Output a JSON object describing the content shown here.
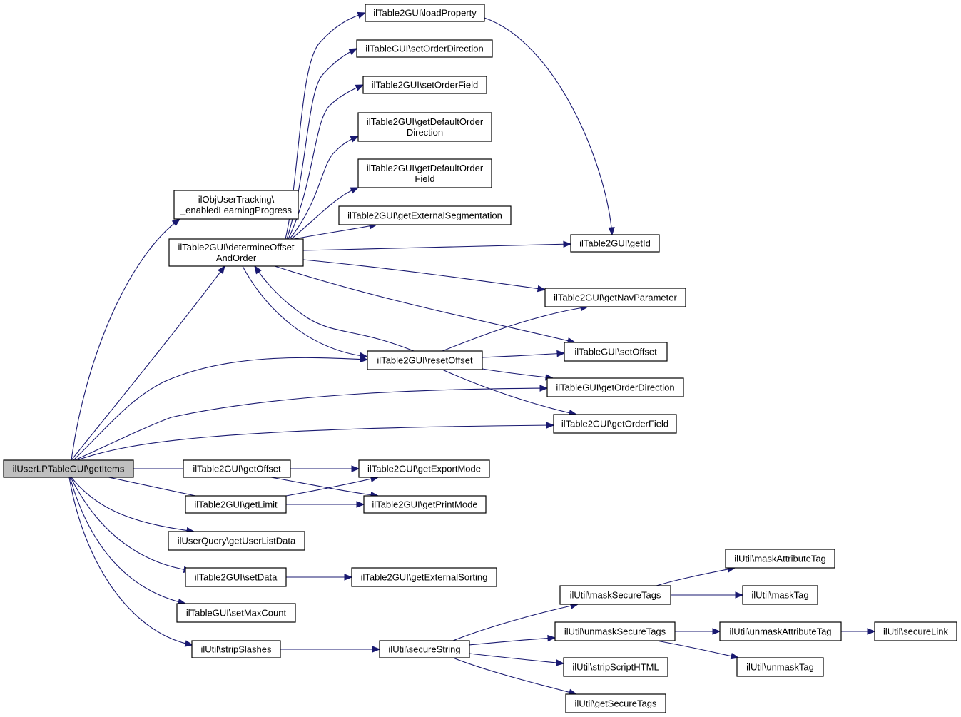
{
  "graph": {
    "root": "ilUserLPTableGUI\\getItems",
    "nodes": {
      "getItems": [
        "ilUserLPTableGUI\\getItems"
      ],
      "enabledLP": [
        "ilObjUserTracking\\",
        "_enabledLearningProgress"
      ],
      "determineOffset": [
        "ilTable2GUI\\determineOffset",
        "AndOrder"
      ],
      "loadProperty": [
        "ilTable2GUI\\loadProperty"
      ],
      "setOrderDirection": [
        "ilTableGUI\\setOrderDirection"
      ],
      "setOrderField": [
        "ilTable2GUI\\setOrderField"
      ],
      "getDefaultOrderDirection": [
        "ilTable2GUI\\getDefaultOrder",
        "Direction"
      ],
      "getDefaultOrderField": [
        "ilTable2GUI\\getDefaultOrder",
        "Field"
      ],
      "getExternalSegmentation": [
        "ilTable2GUI\\getExternalSegmentation"
      ],
      "getId": [
        "ilTable2GUI\\getId"
      ],
      "getNavParameter": [
        "ilTable2GUI\\getNavParameter"
      ],
      "setOffset": [
        "ilTableGUI\\setOffset"
      ],
      "resetOffset": [
        "ilTable2GUI\\resetOffset"
      ],
      "getOrderDirection": [
        "ilTableGUI\\getOrderDirection"
      ],
      "getOrderField": [
        "ilTable2GUI\\getOrderField"
      ],
      "getOffset": [
        "ilTable2GUI\\getOffset"
      ],
      "getExportMode": [
        "ilTable2GUI\\getExportMode"
      ],
      "getLimit": [
        "ilTable2GUI\\getLimit"
      ],
      "getPrintMode": [
        "ilTable2GUI\\getPrintMode"
      ],
      "getUserListData": [
        "ilUserQuery\\getUserListData"
      ],
      "setData": [
        "ilTable2GUI\\setData"
      ],
      "getExternalSorting": [
        "ilTable2GUI\\getExternalSorting"
      ],
      "setMaxCount": [
        "ilTableGUI\\setMaxCount"
      ],
      "stripSlashes": [
        "ilUtil\\stripSlashes"
      ],
      "secureString": [
        "ilUtil\\secureString"
      ],
      "maskSecureTags": [
        "ilUtil\\maskSecureTags"
      ],
      "maskAttributeTag": [
        "ilUtil\\maskAttributeTag"
      ],
      "maskTag": [
        "ilUtil\\maskTag"
      ],
      "unmaskSecureTags": [
        "ilUtil\\unmaskSecureTags"
      ],
      "unmaskAttributeTag": [
        "ilUtil\\unmaskAttributeTag"
      ],
      "secureLink": [
        "ilUtil\\secureLink"
      ],
      "unmaskTag": [
        "ilUtil\\unmaskTag"
      ],
      "stripScriptHTML": [
        "ilUtil\\stripScriptHTML"
      ],
      "getSecureTags": [
        "ilUtil\\getSecureTags"
      ]
    },
    "edges": [
      [
        "getItems",
        "enabledLP"
      ],
      [
        "getItems",
        "determineOffset"
      ],
      [
        "getItems",
        "resetOffset"
      ],
      [
        "getItems",
        "getOrderDirection"
      ],
      [
        "getItems",
        "getOrderField"
      ],
      [
        "getItems",
        "getOffset"
      ],
      [
        "getItems",
        "getLimit"
      ],
      [
        "getItems",
        "getUserListData"
      ],
      [
        "getItems",
        "setData"
      ],
      [
        "getItems",
        "setMaxCount"
      ],
      [
        "getItems",
        "stripSlashes"
      ],
      [
        "determineOffset",
        "loadProperty"
      ],
      [
        "determineOffset",
        "setOrderDirection"
      ],
      [
        "determineOffset",
        "setOrderField"
      ],
      [
        "determineOffset",
        "getDefaultOrderDirection"
      ],
      [
        "determineOffset",
        "getDefaultOrderField"
      ],
      [
        "determineOffset",
        "getExternalSegmentation"
      ],
      [
        "determineOffset",
        "getId"
      ],
      [
        "determineOffset",
        "getNavParameter"
      ],
      [
        "determineOffset",
        "setOffset"
      ],
      [
        "determineOffset",
        "resetOffset"
      ],
      [
        "loadProperty",
        "getId"
      ],
      [
        "resetOffset",
        "determineOffset"
      ],
      [
        "resetOffset",
        "getNavParameter"
      ],
      [
        "resetOffset",
        "setOffset"
      ],
      [
        "resetOffset",
        "getOrderDirection"
      ],
      [
        "resetOffset",
        "getOrderField"
      ],
      [
        "getOffset",
        "getExportMode"
      ],
      [
        "getOffset",
        "getPrintMode"
      ],
      [
        "getLimit",
        "getExportMode"
      ],
      [
        "getLimit",
        "getPrintMode"
      ],
      [
        "setData",
        "getExternalSorting"
      ],
      [
        "stripSlashes",
        "secureString"
      ],
      [
        "secureString",
        "maskSecureTags"
      ],
      [
        "secureString",
        "unmaskSecureTags"
      ],
      [
        "secureString",
        "stripScriptHTML"
      ],
      [
        "secureString",
        "getSecureTags"
      ],
      [
        "maskSecureTags",
        "maskAttributeTag"
      ],
      [
        "maskSecureTags",
        "maskTag"
      ],
      [
        "unmaskSecureTags",
        "unmaskAttributeTag"
      ],
      [
        "unmaskSecureTags",
        "unmaskTag"
      ],
      [
        "unmaskAttributeTag",
        "secureLink"
      ]
    ]
  }
}
